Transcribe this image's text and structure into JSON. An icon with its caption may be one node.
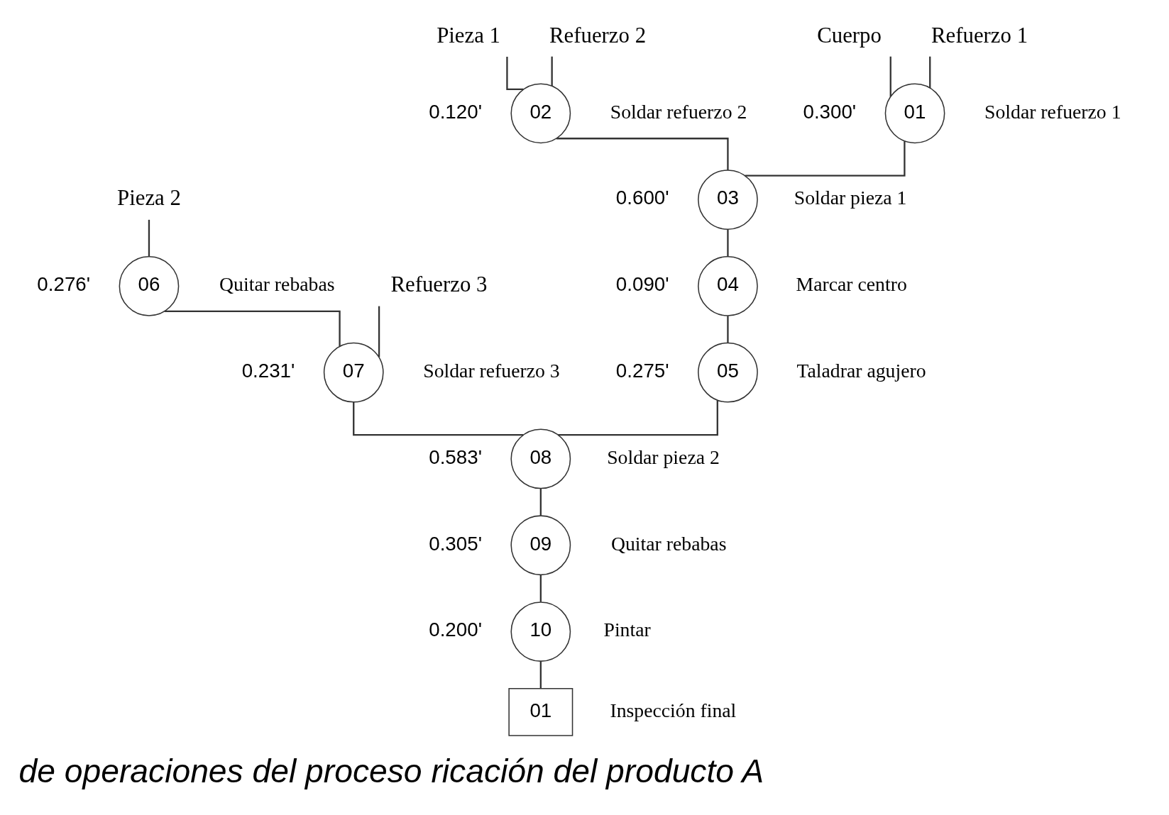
{
  "diagram": {
    "caption": "de operaciones del proceso ricación del producto A",
    "nodes": [
      {
        "text": [
          "Pieza 2"
        ]
      },
      {
        "text": [
          "Pieza 1"
        ]
      },
      {
        "text": [
          "Cuerpo"
        ]
      },
      {
        "text": [
          "Refuerzo 2"
        ]
      },
      {
        "text": [
          "Refuerzo 1"
        ]
      },
      {
        "text": [
          "06"
        ],
        "beside": [
          "0.276'",
          "Quitar rebabas"
        ]
      },
      {
        "text": [
          "02"
        ],
        "beside": [
          "0.120'",
          "Soldar refuerzo 2"
        ]
      },
      {
        "text": [
          "01"
        ],
        "beside": [
          "0.300'",
          "Soldar refuerzo 1"
        ]
      },
      {
        "text": [
          "Refuerzo 3"
        ]
      },
      {
        "text": [
          "07"
        ],
        "beside": [
          "0.231'",
          "Soldar refuerzo 3"
        ]
      },
      {
        "text": [
          "03"
        ],
        "beside": [
          "0.600'",
          "Soldar pieza 1"
        ]
      },
      {
        "text": [
          "04"
        ],
        "beside": [
          "0.090'",
          "Marcar centro"
        ]
      },
      {
        "text": [
          "05"
        ],
        "beside": [
          "0.275'",
          "Taladrar agujero"
        ]
      },
      {
        "text": [
          "08"
        ],
        "beside": [
          "0.583'",
          "Soldar pieza 2"
        ]
      },
      {
        "text": [
          "09"
        ],
        "beside": [
          "0.305'",
          "Quitar rebabas"
        ]
      },
      {
        "text": [
          "10"
        ],
        "beside": [
          "0.200'",
          "Pintar"
        ]
      },
      {
        "text": [
          "01"
        ],
        "beside": [
          "Inspección final"
        ]
      }
    ],
    "edges": [
      {
        "from": 0,
        "to": 5,
        "arrow": "none"
      },
      {
        "from": 1,
        "to": 6,
        "arrow": "none"
      },
      {
        "from": 3,
        "to": 6,
        "arrow": "none"
      },
      {
        "from": 2,
        "to": 7,
        "arrow": "none"
      },
      {
        "from": 4,
        "to": 7,
        "arrow": "none"
      },
      {
        "from": 5,
        "to": 9,
        "arrow": "none"
      },
      {
        "from": 8,
        "to": 9,
        "arrow": "none"
      },
      {
        "from": 6,
        "to": 10,
        "arrow": "none"
      },
      {
        "from": 7,
        "to": 10,
        "arrow": "none"
      },
      {
        "from": 10,
        "to": 11,
        "arrow": "none"
      },
      {
        "from": 11,
        "to": 12,
        "arrow": "none"
      },
      {
        "from": 12,
        "to": 13,
        "arrow": "none"
      },
      {
        "from": 9,
        "to": 13,
        "arrow": "none"
      },
      {
        "from": 13,
        "to": 14,
        "arrow": "none"
      },
      {
        "from": 14,
        "to": 15,
        "arrow": "none"
      },
      {
        "from": 15,
        "to": 16,
        "arrow": "none"
      }
    ]
  }
}
